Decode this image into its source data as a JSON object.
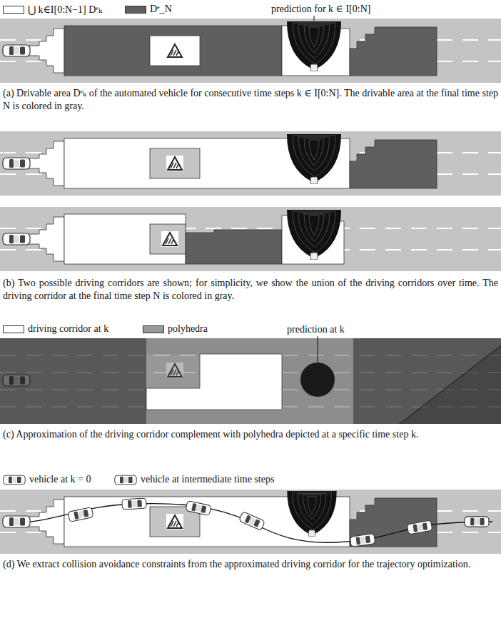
{
  "diagram": {
    "labels": [
      "prediction for k ∈ I[0:N]",
      "(a) Drivable area Dᵉₖ of the automated vehicle for consecutive time steps k ∈ I[0:N]. The drivable area at the final time step N is colored in gray.",
      "(b) Two possible driving corridors are shown; for simplicity, we show the union of the driving corridors over time. The driving corridor at the final time step N is colored in gray.",
      "prediction at k",
      "(c) Approximation of the driving corridor complement with polyhedra depicted at a specific time step k.",
      "(d) We extract collision avoidance constraints from the approximated driving corridor for the trajectory optimization."
    ],
    "legend": [
      {
        "text": "⋃ k∈I[0:N−1] Dᵉₖ",
        "color": "#ffffff"
      },
      {
        "text": "Dᵉ_N",
        "color": "#5f5f5f"
      },
      {
        "text": "driving corridor at k",
        "color": "#ffffff"
      },
      {
        "text": "polyhedra",
        "color": "#9a9a9a"
      },
      {
        "text": "vehicle at k = 0"
      },
      {
        "text": "vehicle at intermediate time steps"
      }
    ]
  }
}
